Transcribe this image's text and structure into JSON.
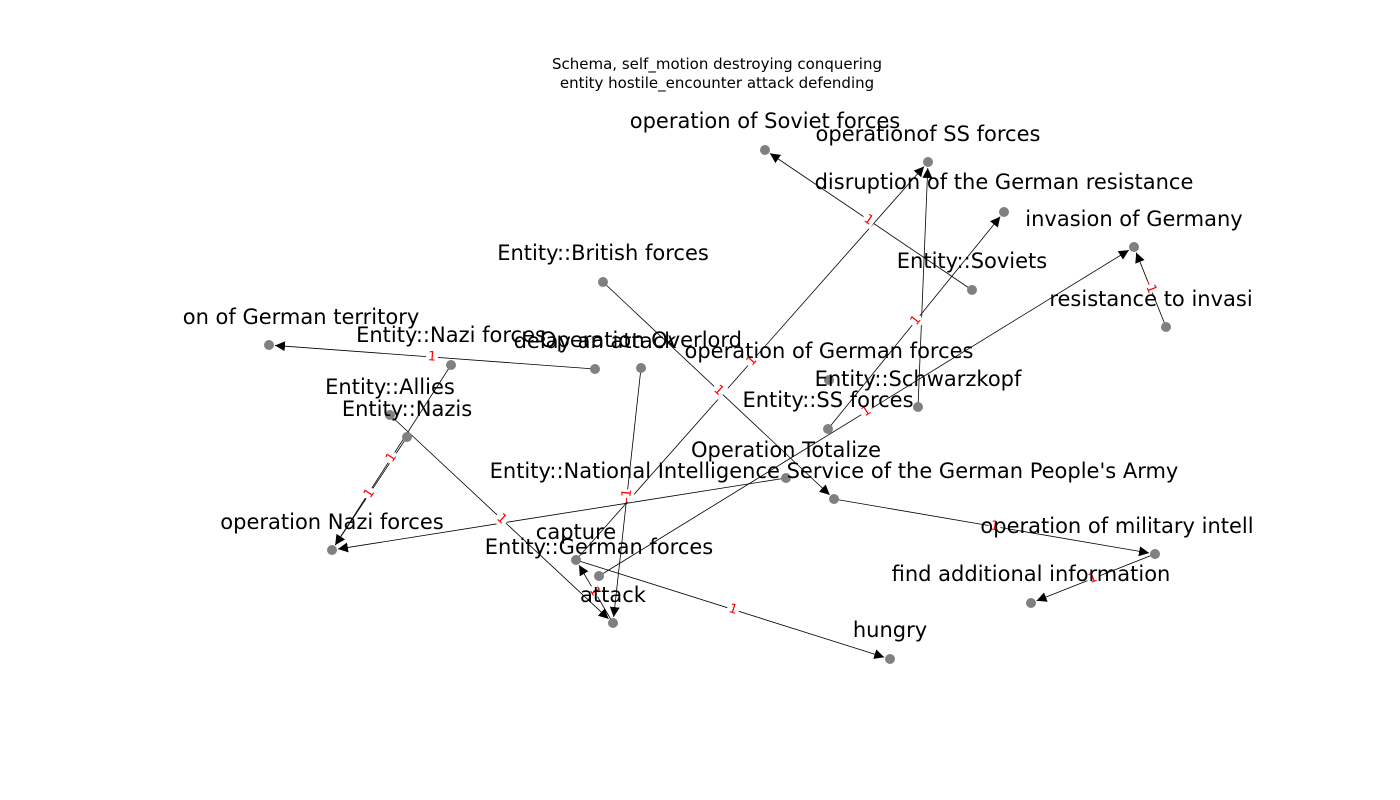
{
  "title_lines": [
    "Schema, self_motion destroying conquering",
    "entity hostile_encounter attack defending"
  ],
  "colors": {
    "node": "#808080",
    "edge": "#000000",
    "edge_label": "#ff0000",
    "background": "#ffffff"
  },
  "nodes": [
    {
      "id": "n_soviet_ops",
      "label": "operation of Soviet forces"
    },
    {
      "id": "n_ss_ops",
      "label": "operationof SS forces"
    },
    {
      "id": "n_disruption",
      "label": "disruption of the German resistance"
    },
    {
      "id": "n_invasion_germany",
      "label": "invasion of Germany"
    },
    {
      "id": "n_soviets",
      "label": "Entity::Soviets"
    },
    {
      "id": "n_resistance",
      "label": "resistance to invasi"
    },
    {
      "id": "n_british",
      "label": "Entity::British forces"
    },
    {
      "id": "n_german_territory",
      "label": "on of German territory"
    },
    {
      "id": "n_nazi_forces",
      "label": "Entity::Nazi forces"
    },
    {
      "id": "n_overlord",
      "label": "Operation Overlord"
    },
    {
      "id": "n_delay_attack",
      "label": "delay an attack"
    },
    {
      "id": "n_german_ops",
      "label": "operation of German forces"
    },
    {
      "id": "n_schwarzkopf",
      "label": "Entity::Schwarzkopf"
    },
    {
      "id": "n_allies",
      "label": "Entity::Allies"
    },
    {
      "id": "n_nazis",
      "label": "Entity::Nazis"
    },
    {
      "id": "n_ss_forces",
      "label": "Entity::SS forces"
    },
    {
      "id": "n_totalize",
      "label": "Operation Totalize"
    },
    {
      "id": "n_nis",
      "label": "Entity::National Intelligence Service of the German People's Army"
    },
    {
      "id": "n_nazi_ops",
      "label": "operation Nazi forces"
    },
    {
      "id": "n_mil_intel",
      "label": "operation of military intell"
    },
    {
      "id": "n_capture",
      "label": "capture"
    },
    {
      "id": "n_german_forces",
      "label": "Entity::German forces"
    },
    {
      "id": "n_find_info",
      "label": "find additional information"
    },
    {
      "id": "n_attack",
      "label": "attack"
    },
    {
      "id": "n_hungry",
      "label": "hungry"
    }
  ],
  "edges": [
    {
      "source": "n_soviets",
      "target": "n_soviet_ops",
      "label": "1"
    },
    {
      "source": "n_capture",
      "target": "n_ss_ops",
      "label": "1"
    },
    {
      "source": "n_schwarzkopf",
      "target": "n_ss_ops",
      "label": ""
    },
    {
      "source": "n_ss_forces",
      "target": "n_disruption",
      "label": "1"
    },
    {
      "source": "n_german_forces",
      "target": "n_invasion_germany",
      "label": "1"
    },
    {
      "source": "n_resistance",
      "target": "n_invasion_germany",
      "label": "-1"
    },
    {
      "source": "n_british",
      "target": "n_nis",
      "label": "1"
    },
    {
      "source": "n_delay_attack",
      "target": "n_german_territory",
      "label": "1"
    },
    {
      "source": "n_nazi_forces",
      "target": "n_nazi_ops",
      "label": "1"
    },
    {
      "source": "n_nazis",
      "target": "n_nazi_ops",
      "label": "1"
    },
    {
      "source": "n_overlord",
      "target": "n_attack",
      "label": "-1"
    },
    {
      "source": "n_allies",
      "target": "n_attack",
      "label": "1"
    },
    {
      "source": "n_totalize",
      "target": "n_nazi_ops",
      "label": ""
    },
    {
      "source": "n_nis",
      "target": "n_mil_intel",
      "label": "1"
    },
    {
      "source": "n_mil_intel",
      "target": "n_find_info",
      "label": "1"
    },
    {
      "source": "n_capture",
      "target": "n_hungry",
      "label": "1"
    },
    {
      "source": "n_attack",
      "target": "n_capture",
      "label": "1"
    }
  ]
}
